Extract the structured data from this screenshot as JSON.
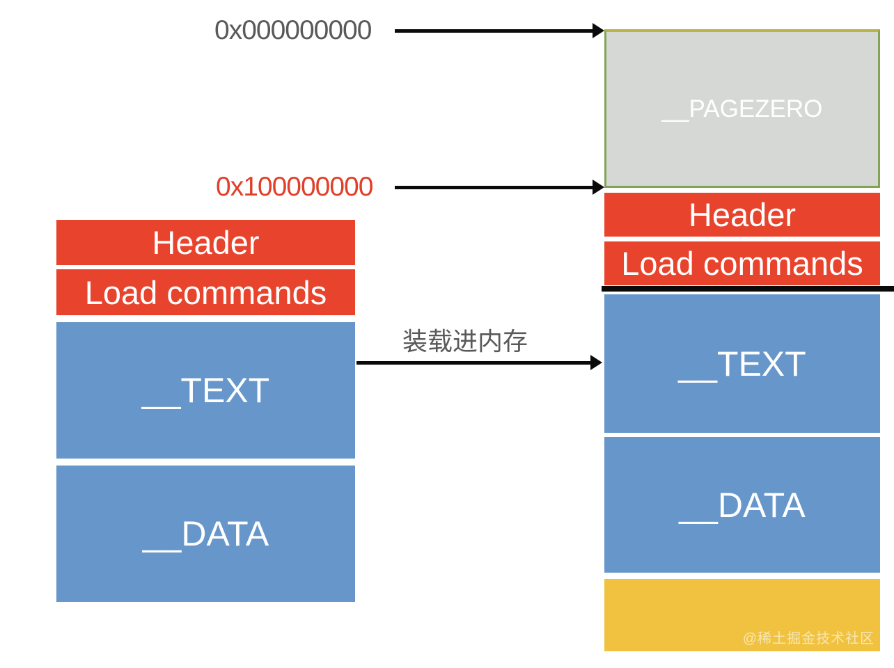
{
  "colors": {
    "red": "#e8432c",
    "blue": "#6797ca",
    "yellow": "#f0c23f",
    "gray_fill": "#d6d8d6",
    "border_top": "#b9b44a",
    "border_side": "#83a457",
    "label_gray": "#595959",
    "label_red": "#e0402a",
    "black": "#0a0a0a",
    "white": "#ffffff",
    "watermark": "rgba(255,255,255,0.6)"
  },
  "annotations": {
    "address_pagezero_start": "0x000000000",
    "address_image_base": "0x100000000",
    "load_arrow_label": "装载进内存"
  },
  "file_layout": {
    "blocks": [
      {
        "label": "Header"
      },
      {
        "label": "Load commands"
      },
      {
        "label": "__TEXT"
      },
      {
        "label": "__DATA"
      }
    ]
  },
  "memory_layout": {
    "blocks": [
      {
        "label": "__PAGEZERO"
      },
      {
        "label": "Header"
      },
      {
        "label": "Load commands"
      },
      {
        "label": "__TEXT"
      },
      {
        "label": "__DATA"
      },
      {
        "label": ""
      }
    ]
  },
  "watermark": "@稀土掘金技术社区"
}
